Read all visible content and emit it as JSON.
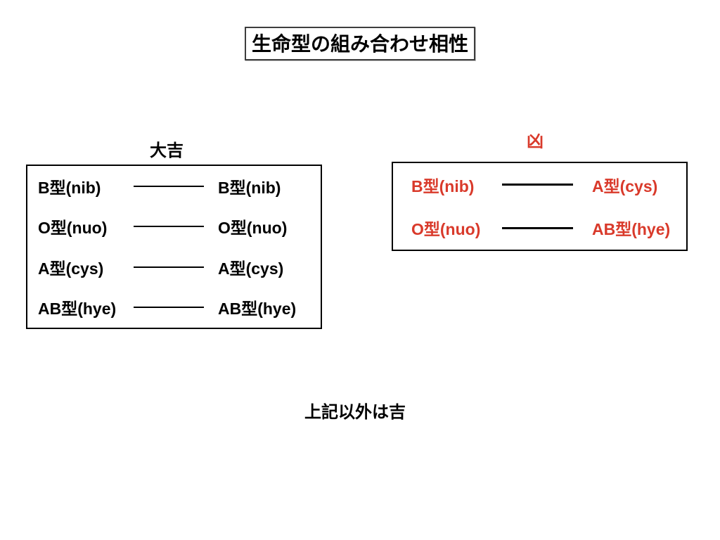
{
  "title": "生命型の組み合わせ相性",
  "colors": {
    "accent_red": "#d93a2b",
    "text_black": "#000000",
    "line_color": "#000000",
    "border_color": "#000000"
  },
  "good_section": {
    "label": "大吉",
    "pairs": [
      {
        "left": "B型(nib)",
        "right": "B型(nib)"
      },
      {
        "left": "O型(nuo)",
        "right": "O型(nuo)"
      },
      {
        "left": "A型(cys)",
        "right": "A型(cys)"
      },
      {
        "left": "AB型(hye)",
        "right": "AB型(hye)"
      }
    ]
  },
  "bad_section": {
    "label": "凶",
    "pairs": [
      {
        "left": "B型(nib)",
        "right": "A型(cys)"
      },
      {
        "left": "O型(nuo)",
        "right": "AB型(hye)"
      }
    ]
  },
  "footer_note": "上記以外は吉"
}
